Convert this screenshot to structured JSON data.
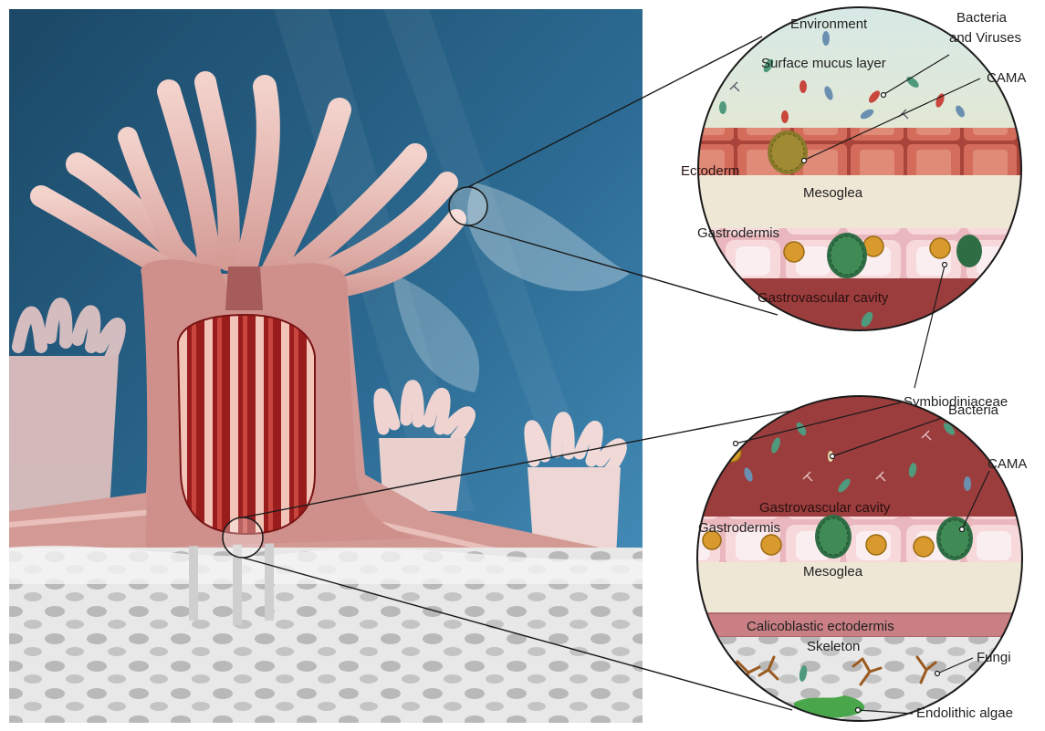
{
  "top_zoom": {
    "environment": "Environment",
    "bacteria_viruses_line1": "Bacteria",
    "bacteria_viruses_line2": "and Viruses",
    "surface_mucus": "Surface mucus layer",
    "cama": "CAMA",
    "ectoderm": "Ectoderm",
    "mesoglea": "Mesoglea",
    "gastrodermis": "Gastrodermis",
    "gastrovascular": "Gastrovascular cavity"
  },
  "middle": {
    "symbiodiniaceae": "Symbiodiniaceae"
  },
  "bottom_zoom": {
    "bacteria": "Bacteria",
    "cama": "CAMA",
    "gastrovascular": "Gastrovascular cavity",
    "gastrodermis": "Gastrodermis",
    "mesoglea": "Mesoglea",
    "calicoblastic": "Calicoblastic ectodermis",
    "skeleton": "Skeleton",
    "fungi": "Fungi",
    "endolithic": "Endolithic algae"
  },
  "colors": {
    "ocean_dark": "#1d4a68",
    "ocean_light": "#3f86b3",
    "coral_tissue": "#d9a19c",
    "mesenteries": "#b52a2a",
    "skeleton": "#d6d6d6",
    "symbiont": "#d89a2c",
    "cama": "#3f7a4c"
  }
}
